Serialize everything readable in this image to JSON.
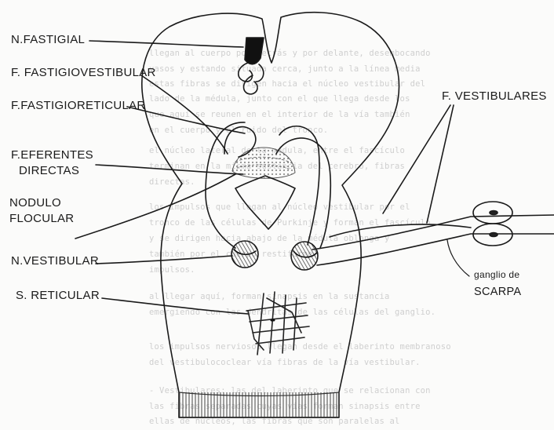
{
  "labels": {
    "n_fastigial": "N.FASTIGIAL",
    "f_fastigiovestibular": "F. FASTIGIOVESTIBULAR",
    "f_fastigioreticular": "F.FASTIGIORETICULAR",
    "f_eferentes_line1": "F.EFERENTES",
    "f_eferentes_line2": "DIRECTAS",
    "nodulo_line1": "NODULO",
    "nodulo_line2": "FLOCULAR",
    "n_vestibular": "N.VESTIBULAR",
    "s_reticular": "S. RETICULAR",
    "f_vestibulares": "F. VESTIBULARES",
    "ganglio_line1": "ganglio de",
    "ganglio_line2": "SCARPA"
  },
  "background_text": [
    "llegan al cuerpo por detrás y por delante, desembocando",
    "vasos y estando situada cerca, junto a la línea media",
    "estas fibras se dirigen hacia el núcleo vestibular del",
    "lado de la médula, junto con el que llega desde los",
    "que aquí se reunen en el interior de la vía también",
    "en el cuerpo y el ruido del tronco.",
    "el núcleo lateral de la médula, entre el fascículo",
    "terminan en la misma sustancia del cerebro, fibras",
    "directas.",
    "los impulsos que llegan al núcleo vestibular por el",
    "tronco de las células de Purkinje y forman el fascículo",
    "y se dirigen hacia abajo de la médula oblonga y",
    "también por el cuerpo restiforme.",
    "impulsos.",
    "al llegar aquí, forman sinapsis en la sustancia",
    "emergiendo con las dendritas de las células del ganglio.",
    "",
    "los impulsos nerviosos llegan desde el laberinto membranoso",
    "del vestibulococlear vía fibras de la vía vestibular.",
    "",
    "- Vestibulares: las del laberinto que se relacionan con",
    "  las fibras separadas cuyas vías forman sinapsis entre",
    "  ellas de núcleos, las fibras que son paralelas al"
  ]
}
